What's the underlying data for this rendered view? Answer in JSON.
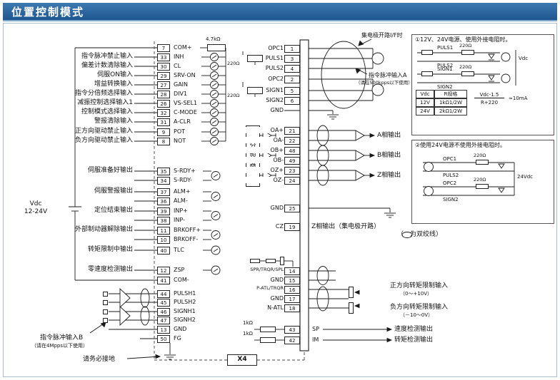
{
  "header": {
    "title": "位置控制模式"
  },
  "supply": {
    "name": "Vdc",
    "range": "12-24V"
  },
  "com_plus": {
    "pin": "7",
    "sig": "COM+",
    "resistor": "4.7kΩ"
  },
  "com_minus": {
    "pin": "41",
    "sig": "COM-"
  },
  "left_inputs": [
    {
      "label": "指令脉冲禁止输入",
      "pin": "33",
      "sig": "INH"
    },
    {
      "label": "偏差计数清除输入",
      "pin": "30",
      "sig": "CL"
    },
    {
      "label": "伺服ON输入",
      "pin": "29",
      "sig": "SRV-ON"
    },
    {
      "label": "增益转换输入",
      "pin": "27",
      "sig": "GAIN"
    },
    {
      "label": "指令分倍频选择输入",
      "pin": "28",
      "sig": "DIV1"
    },
    {
      "label": "减振控制选择输入1",
      "pin": "26",
      "sig": "VS-SEL1"
    },
    {
      "label": "控制模式选择输入",
      "pin": "32",
      "sig": "C-MODE"
    },
    {
      "label": "警报清除输入",
      "pin": "31",
      "sig": "A-CLR"
    },
    {
      "label": "正方向驱动禁止输入",
      "pin": "9",
      "sig": "POT"
    },
    {
      "label": "负方向驱动禁止输入",
      "pin": "8",
      "sig": "NOT"
    }
  ],
  "output_groups": [
    {
      "label": "伺服准备好输出",
      "rows": [
        {
          "pin": "35",
          "sig": "S-RDY+"
        },
        {
          "pin": "34",
          "sig": "S-RDY-"
        }
      ]
    },
    {
      "label": "伺服警报输出",
      "rows": [
        {
          "pin": "37",
          "sig": "ALM+"
        },
        {
          "pin": "36",
          "sig": "ALM-"
        }
      ]
    },
    {
      "label": "定位结束输出",
      "rows": [
        {
          "pin": "39",
          "sig": "INP+"
        },
        {
          "pin": "38",
          "sig": "INP-"
        }
      ]
    },
    {
      "label": "外部制动器解除输出",
      "rows": [
        {
          "pin": "11",
          "sig": "BRKOFF+"
        },
        {
          "pin": "10",
          "sig": "BRKOFF-"
        }
      ]
    },
    {
      "label": "转矩限制中输出",
      "rows": [
        {
          "pin": "40",
          "sig": "TLC"
        }
      ]
    },
    {
      "label": "零速度检测输出",
      "rows": [
        {
          "pin": "12",
          "sig": "ZSP"
        }
      ]
    }
  ],
  "pulse_b": {
    "rows": [
      {
        "pin": "44",
        "sig": "PULSH1"
      },
      {
        "pin": "45",
        "sig": "PULSH2"
      },
      {
        "pin": "46",
        "sig": "SIGNH1"
      },
      {
        "pin": "47",
        "sig": "SIGNH2"
      },
      {
        "pin": "13",
        "sig": "GND"
      },
      {
        "pin": "50",
        "sig": "FG"
      }
    ],
    "label": "指令脉冲输入B",
    "note": "（请在4Mpps以下使用）",
    "ground_note": "请务必接地"
  },
  "pulse_a": {
    "rows": [
      {
        "sig": "OPC1",
        "pin": "1"
      },
      {
        "sig": "PULS1",
        "pin": "3"
      },
      {
        "sig": "PULS2",
        "pin": "4"
      },
      {
        "sig": "OPC2",
        "pin": "2"
      },
      {
        "sig": "SIGN1",
        "pin": "5"
      },
      {
        "sig": "SIGN2",
        "pin": "6"
      },
      {
        "sig": "GND",
        "pin": ""
      }
    ],
    "resistor": "220Ω",
    "open_collector_note": "集电极开路I/F时",
    "label": "指令脉冲输入A",
    "note": "（请在500kpps以下使用）"
  },
  "encoder": {
    "divider": "分频器",
    "rows": [
      {
        "sig": "OA+",
        "pin": "21"
      },
      {
        "sig": "OA-",
        "pin": "22"
      },
      {
        "sig": "OB+",
        "pin": "48"
      },
      {
        "sig": "OB-",
        "pin": "49"
      },
      {
        "sig": "OZ+",
        "pin": "23"
      },
      {
        "sig": "OZ-",
        "pin": "24"
      }
    ],
    "phase_outputs": [
      "A相输出",
      "B相输出",
      "Z相输出"
    ],
    "gnd": {
      "sig": "GND",
      "pin": "25"
    },
    "cz": {
      "sig": "CZ",
      "pin": "19",
      "note": "Z相输出（集电极开路）"
    }
  },
  "twisted_pair_note": "（　为双绞线）",
  "analog": {
    "rows": [
      {
        "sig": "SPR/TRQR/SPL",
        "pin": "14"
      },
      {
        "sig": "GND",
        "pin": "15"
      },
      {
        "sig": "P-ATL/TRQR",
        "pin": "16"
      },
      {
        "sig": "GND",
        "pin": "17"
      },
      {
        "sig": "N-ATL",
        "pin": "18"
      }
    ],
    "positive_label": "正方向转矩限制输入",
    "positive_range": "（0～+10V）",
    "negative_label": "负方向转矩限制输入",
    "negative_range": "（－10～0V）"
  },
  "monitor": {
    "rows": [
      {
        "pin": "43",
        "sig": "SP",
        "resistor": "1kΩ",
        "label": "速度检测输出"
      },
      {
        "pin": "42",
        "sig": "IM",
        "resistor": "1kΩ",
        "label": "转矩检测输出"
      }
    ]
  },
  "x4": {
    "label": "X4"
  },
  "note1": {
    "title": "①12V、24V电源、使用外接电阻时。",
    "pair1": {
      "a": "PULS1",
      "b": "PULS2"
    },
    "pair2": {
      "a": "SIGN1",
      "b": "SIGN2"
    },
    "internal_resistor": "220Ω",
    "vdc_label": "Vdc",
    "table": {
      "col1_header": "Vdc",
      "col2_header": "R规格",
      "rows": [
        [
          "12V",
          "1kΩ1/2W"
        ],
        [
          "24V",
          "2kΩ1/2W"
        ]
      ]
    },
    "formula_numerator": "Vdc-1.5",
    "formula_denominator": "R+220",
    "formula_result": "≈10mA"
  },
  "note2": {
    "title": "②使用24V电源不使用外接电阻时。",
    "pair1": {
      "a": "OPC1",
      "b": "PULS2"
    },
    "pair2": {
      "a": "OPC2",
      "b": "SIGN2"
    },
    "internal_resistor": "220Ω",
    "vdc_label": "24Vdc"
  }
}
